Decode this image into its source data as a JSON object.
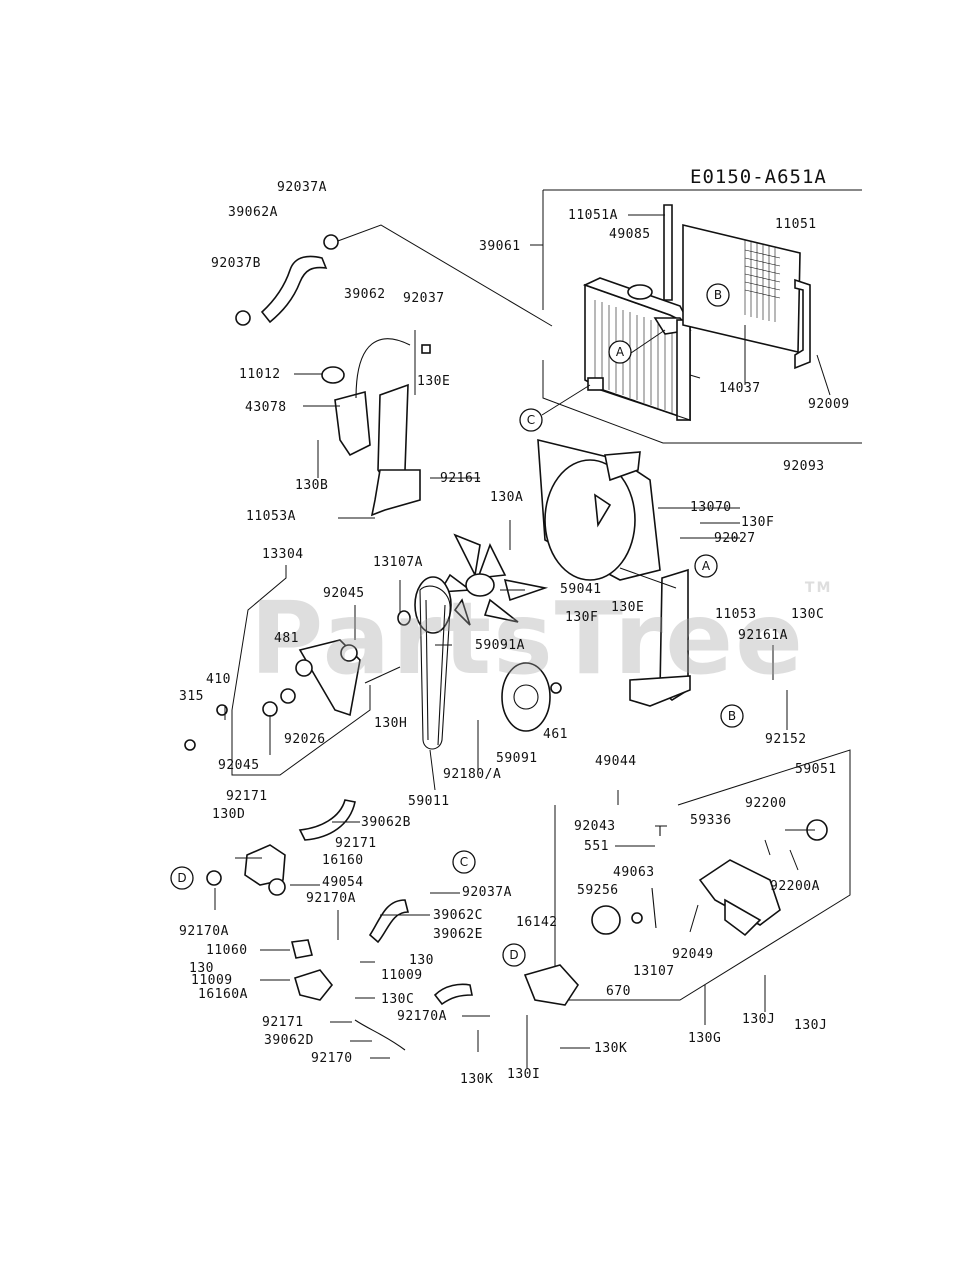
{
  "diagram": {
    "code": "E0150-A651A",
    "watermark": "PartsTree",
    "watermark_mark": "TM",
    "callouts": {
      "a": "A",
      "b": "B",
      "c": "C",
      "d": "D"
    },
    "labels": {
      "p92037A": "92037A",
      "p39062A": "39062A",
      "p92037B": "92037B",
      "p39061": "39061",
      "p11051A": "11051A",
      "p49085": "49085",
      "p11051": "11051",
      "p39062": "39062",
      "p92037": "92037",
      "p11012": "11012",
      "p43078": "43078",
      "p130E": "130E",
      "p14037": "14037",
      "p92009": "92009",
      "p130B": "130B",
      "p92161": "92161",
      "p92093": "92093",
      "p130A": "130A",
      "p13070": "13070",
      "p11053A": "11053A",
      "p130F": "130F",
      "p92027": "92027",
      "p13304": "13304",
      "p13107A": "13107A",
      "p59041": "59041",
      "p92045": "92045",
      "p481": "481",
      "p59091A": "59091A",
      "p130F_2": "130F",
      "p130E_2": "130E",
      "p11053": "11053",
      "p130C": "130C",
      "p92161A": "92161A",
      "p410": "410",
      "p315": "315",
      "p130H": "130H",
      "p92026": "92026",
      "p92045_2": "92045",
      "p461": "461",
      "p59091": "59091",
      "p92180A": "92180/A",
      "p92152": "92152",
      "p59011": "59011",
      "p49044": "49044",
      "p92171": "92171",
      "p130D": "130D",
      "p39062B": "39062B",
      "p92171_2": "92171",
      "p59051": "59051",
      "p92043": "92043",
      "p59336": "59336",
      "p92200": "92200",
      "p551": "551",
      "p16160": "16160",
      "p49054": "49054",
      "p49063": "49063",
      "p92037A_2": "92037A",
      "p92200A": "92200A",
      "p92170A": "92170A",
      "p59256": "59256",
      "p92170A_2": "92170A",
      "p39062C": "39062C",
      "p16142": "16142",
      "p39062E": "39062E",
      "p11060": "11060",
      "p130": "130",
      "p130_2": "130",
      "p11009": "11009",
      "p11009_2": "11009",
      "p670": "670",
      "p13107": "13107",
      "p92049": "92049",
      "p16160A": "16160A",
      "p130C_2": "130C",
      "p92170A_3": "92170A",
      "p130G": "130G",
      "p130J": "130J",
      "p130J_2": "130J",
      "p92171_3": "92171",
      "p130K": "130K",
      "p39062D": "39062D",
      "p92170": "92170",
      "p130K_2": "130K",
      "p130I": "130I"
    }
  }
}
